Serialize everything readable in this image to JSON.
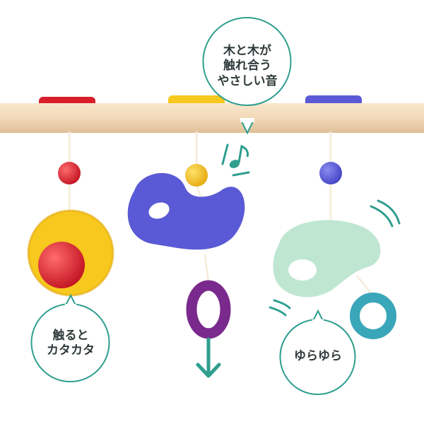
{
  "callouts": {
    "top": {
      "lines": [
        "木と木が",
        "触れ合う",
        "やさしい音"
      ]
    },
    "left": {
      "lines": [
        "触ると",
        "カタカタ"
      ]
    },
    "right": {
      "lines": [
        "ゆらゆら"
      ]
    }
  },
  "colors": {
    "wood": "#f2d9b8",
    "red": "#d81e2a",
    "yellow": "#f7c81e",
    "blue": "#5a5ad6",
    "purple": "#7a2a8c",
    "mint": "#bfe6d1",
    "teal": "#3aa6b9",
    "accent": "#2f9e8f"
  },
  "icons": [
    "music-note-icon",
    "down-arrow-icon",
    "motion-lines-icon"
  ]
}
